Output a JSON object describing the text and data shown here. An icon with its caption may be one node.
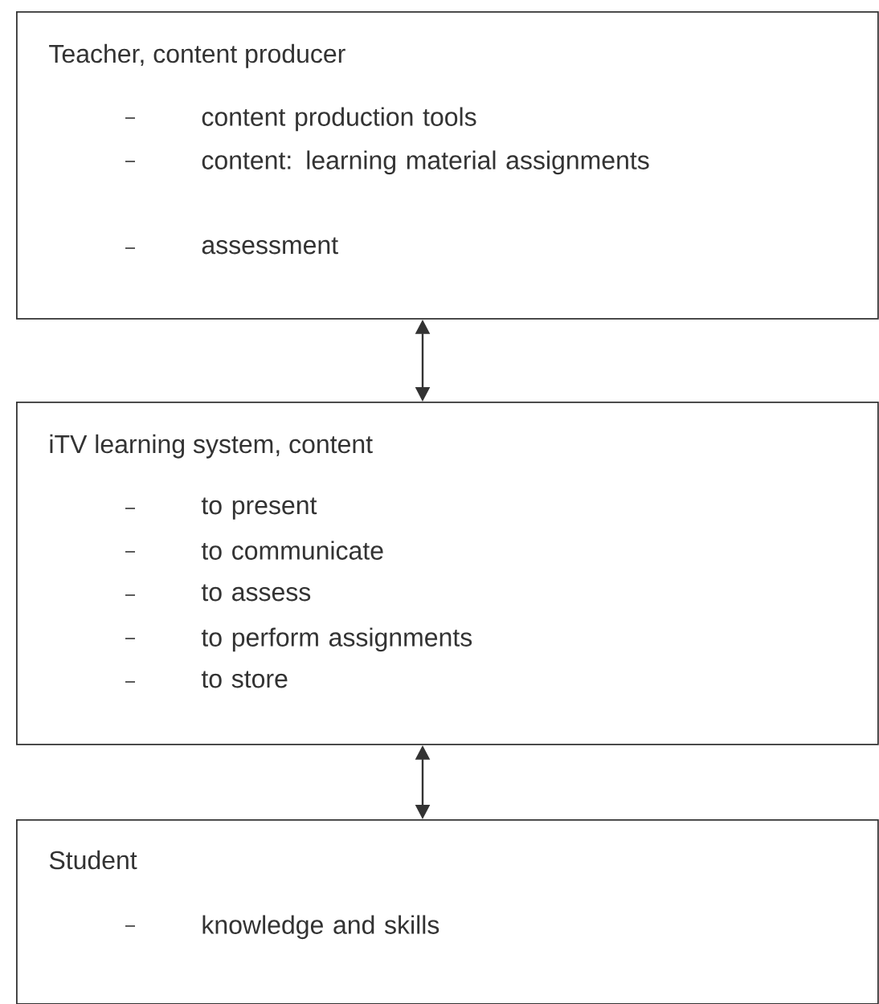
{
  "diagram": {
    "nodes": [
      {
        "text": [
          "Teacher, content producer",
          "content production tools",
          "content: learning material assignments",
          "assessment"
        ]
      },
      {
        "text": [
          "iTV learning system, content",
          "to present",
          "to communicate",
          "to assess",
          "to perform assignments",
          "to store"
        ]
      },
      {
        "text": [
          "Student",
          "knowledge and skills"
        ]
      }
    ],
    "edges": [
      {
        "from": 0,
        "to": 1,
        "arrow": "both"
      },
      {
        "from": 1,
        "to": 2,
        "arrow": "both"
      }
    ]
  }
}
